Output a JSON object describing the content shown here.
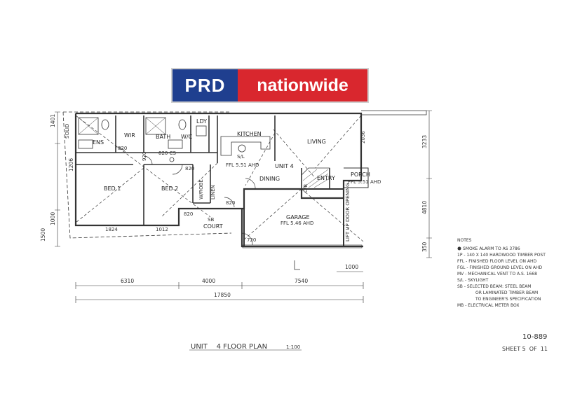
{
  "logo": {
    "brand_left": "PRD",
    "brand_right": "nationwide"
  },
  "rooms": {
    "ens": "ENS",
    "wir": "WIR",
    "bath": "BATH",
    "wc": "W/C",
    "ldy": "LDY",
    "kitchen": "KITCHEN",
    "living": "LIVING",
    "unit": "UNIT 4",
    "dining": "DINING",
    "bed1": "BED 1",
    "bed2": "BED 2",
    "wrobe": "W/ROBE",
    "linen": "LINEN",
    "entry": "ENTRY",
    "porch": "PORCH",
    "garage": "GARAGE",
    "court": "COURT",
    "cb": "C/B",
    "sl": "S/L"
  },
  "small_labels": {
    "ffl_kitchen": "FFL 5.51 AHD",
    "ffl_porch": "FFL 5.51 AHD",
    "ffl_garage": "FFL 5.46 AHD",
    "lift_door": "LIFT UP DOOR OPENING",
    "note_top": "SOLID",
    "sb": "SB"
  },
  "dimensions": {
    "left_top": "1401",
    "left_mid1": "1206",
    "left_mid2": "1000",
    "left_bottom": "1500",
    "right_top": "3233",
    "right_mid": "4810",
    "right_bottom": "350",
    "d1": "820",
    "d2": "820 CS",
    "d3": "820",
    "d4": "820",
    "d5": "920",
    "d6": "1824",
    "d7": "1012",
    "d8": "820",
    "d9": "720",
    "d10": "2036",
    "bottom_a": "6310",
    "bottom_b": "4000",
    "bottom_c": "7540",
    "bottom_total": "17850",
    "bottom_side": "1000"
  },
  "notes": {
    "heading": "NOTES",
    "items": [
      "SMOKE ALARM TO AS 3786",
      "1P  - 140 X 140 HARDWOOD TIMBER POST",
      "FFL - FINISHED FLOOR LEVEL ON AHD",
      "FGL - FINISHED GROUND LEVEL ON AHD",
      "MV  - MECHANICAL VENT TO A.S. 1668",
      "S/L - SKYLIGHT",
      "SB  - SELECTED BEAM: STEEL BEAM",
      "OR LAMINATED TIMBER BEAM",
      "TO ENGINEER'S SPECIFICATION",
      "MB  - ELECTRICAL METER BOX"
    ]
  },
  "title_block": {
    "title": "UNIT    4 FLOOR PLAN",
    "scale": "1:100",
    "ref": "10-889",
    "sheet": "SHEET 5  OF  11"
  }
}
